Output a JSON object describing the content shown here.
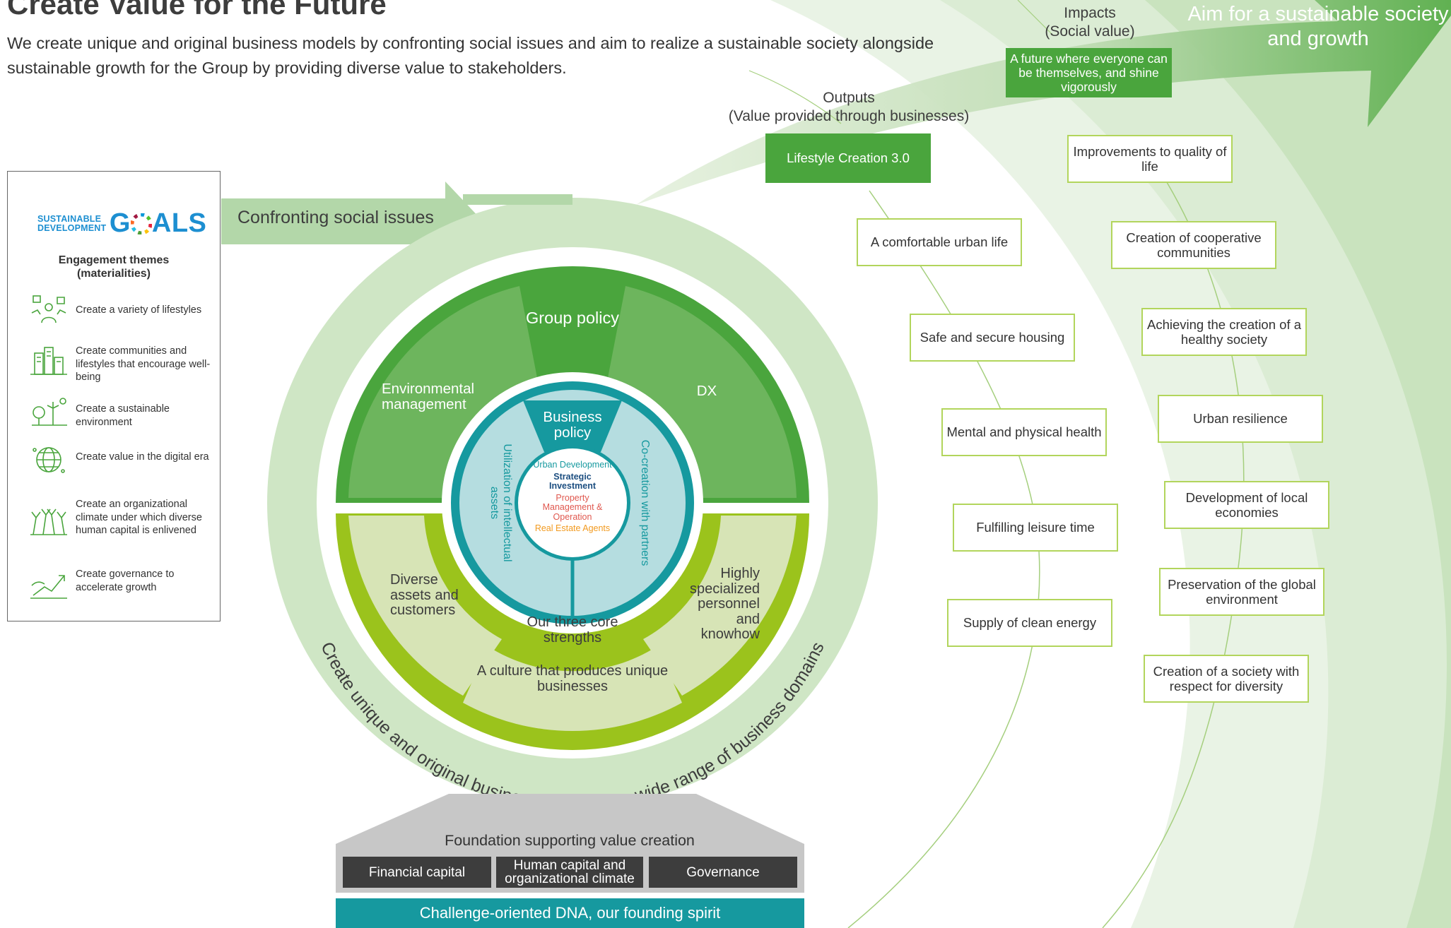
{
  "header": {
    "title": "Create Value for the Future",
    "intro": "We create unique and original business models by confronting social issues and aim to realize a sustainable society alongside sustainable growth for the Group by providing diverse value to stakeholders."
  },
  "colors": {
    "primary_green": "#4aa53d",
    "light_green": "#b3d7a9",
    "lime": "#9bc31c",
    "teal": "#16999f",
    "dark_gray": "#3d3d3d"
  },
  "sdg_panel": {
    "logo_small_1": "SUSTAINABLE",
    "logo_small_2": "DEVELOPMENT",
    "logo_big_1": "G",
    "logo_big_2": "ALS",
    "title": "Engagement themes (materialities)",
    "items": [
      {
        "icon": "lifestyle-icon",
        "label": "Create a variety of lifestyles"
      },
      {
        "icon": "community-icon",
        "label": "Create communities and lifestyles that encourage well-being"
      },
      {
        "icon": "environment-icon",
        "label": "Create a sustainable environment"
      },
      {
        "icon": "digital-globe-icon",
        "label": "Create value in the digital era"
      },
      {
        "icon": "people-icon",
        "label": "Create an organizational climate under which diverse human capital is enlivened"
      },
      {
        "icon": "growth-icon",
        "label": "Create governance to accelerate growth"
      }
    ]
  },
  "arrow_label": "Confronting social issues",
  "outputs": {
    "heading_1": "Outputs",
    "heading_2": "(Value provided through businesses)",
    "main": "Lifestyle Creation 3.0",
    "items": [
      "A comfortable urban life",
      "Safe and secure housing",
      "Mental and physical health",
      "Fulfilling leisure time",
      "Supply of clean energy"
    ]
  },
  "impacts": {
    "heading_1": "Impacts",
    "heading_2": "(Social value)",
    "main": "A future where everyone can be themselves, and shine vigorously",
    "items": [
      "Improvements to quality of life",
      "Creation of cooperative communities",
      "Achieving the creation of a healthy society",
      "Urban resilience",
      "Development of local economies",
      "Preservation of the global environment",
      "Creation of a society with respect for diversity"
    ]
  },
  "aim": "Aim for a sustainable society and growth",
  "circle": {
    "group_policy": "Group policy",
    "environmental": "Environmental management",
    "dx": "DX",
    "business_policy": "Business policy",
    "left_arc": "Utilization of intellectual assets",
    "right_arc": "Co-creation with partners",
    "center": [
      {
        "text": "Urban Development",
        "color": "#16999f"
      },
      {
        "text": "Strategic Investment",
        "color": "#1c4e80"
      },
      {
        "text": "Property Management & Operation",
        "color": "#e0584f"
      },
      {
        "text": "Real Estate Agents",
        "color": "#f29a1f"
      }
    ],
    "core_strengths": "Our three core strengths",
    "strength_1": "Diverse assets and customers",
    "strength_2": "A culture that produces unique businesses",
    "strength_3": "Highly specialized personnel and knowhow",
    "ring_text": "Create unique and original business models in a wide range of business domains"
  },
  "foundation": {
    "title": "Foundation supporting value creation",
    "boxes": [
      "Financial capital",
      "Human capital and organizational climate",
      "Governance"
    ],
    "dna": "Challenge-oriented DNA, our founding spirit"
  }
}
